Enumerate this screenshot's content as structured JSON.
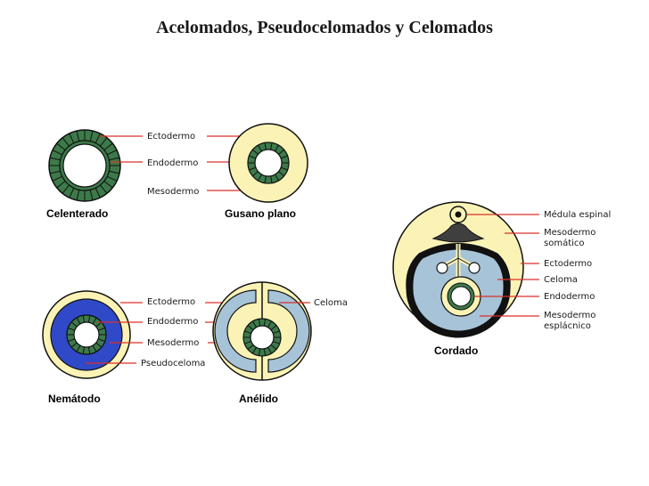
{
  "title": "Acelomados, Pseudocelomados y Celomados",
  "colors": {
    "yellow": "#fbf3b6",
    "green": "#3d7a4a",
    "green_segment": "#2b5a37",
    "blue_dark": "#2f49c8",
    "blue_light": "#a7c3d8",
    "dark_tissue": "#3f3f3f",
    "leader_line": "#d9302a",
    "outline": "#111111"
  },
  "diagrams": {
    "celenterado": {
      "caption": "Celenterado",
      "labels": {
        "ectodermo": "Ectodermo",
        "endodermo": "Endodermo",
        "mesodermo": "Mesodermo"
      }
    },
    "gusano_plano": {
      "caption": "Gusano plano"
    },
    "nematodo": {
      "caption": "Nemátodo",
      "labels": {
        "ectodermo": "Ectodermo",
        "endodermo": "Endodermo",
        "mesodermo": "Mesodermo",
        "pseudoceloma": "Pseudoceloma"
      }
    },
    "anelido": {
      "caption": "Anélido",
      "labels": {
        "celoma": "Celoma"
      }
    },
    "cordado": {
      "caption": "Cordado",
      "labels": {
        "medula_espinal": "Médula espinal",
        "mesodermo_somatico_1": "Mesodermo",
        "mesodermo_somatico_2": "somático",
        "ectodermo": "Ectodermo",
        "celoma": "Celoma",
        "endodermo": "Endodermo",
        "mesodermo_esplacnico_1": "Mesodermo",
        "mesodermo_esplacnico_2": "esplácnico"
      }
    }
  }
}
